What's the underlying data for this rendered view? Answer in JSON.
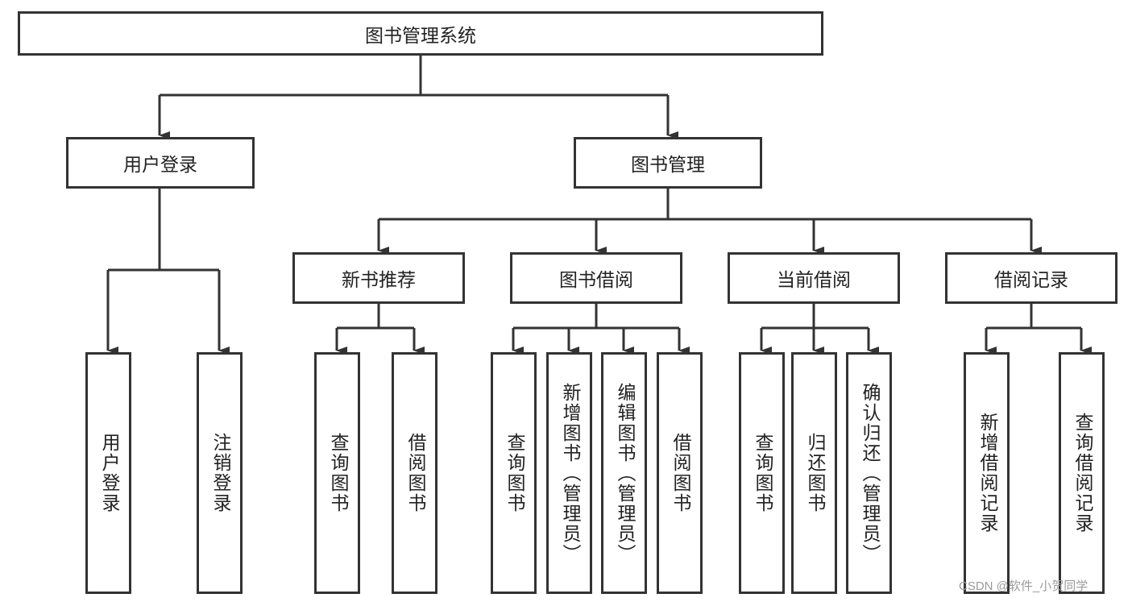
{
  "diagram": {
    "root": "图书管理系统",
    "modules": {
      "user_login": {
        "label": "用户登录",
        "children": [
          "用户登录",
          "注销登录"
        ]
      },
      "book_management": {
        "label": "图书管理"
      }
    },
    "sections": {
      "new_books": {
        "label": "新书推荐",
        "children": [
          "查询图书",
          "借阅图书"
        ]
      },
      "book_borrow": {
        "label": "图书借阅",
        "children": [
          "查询图书",
          "新增图书（管理员）",
          "编辑图书（管理员）",
          "借阅图书"
        ]
      },
      "current_borrow": {
        "label": "当前借阅",
        "children": [
          "查询图书",
          "归还图书",
          "确认归还（管理员）"
        ]
      },
      "borrow_records": {
        "label": "借阅记录",
        "children": [
          "新增借阅记录",
          "查询借阅记录"
        ]
      }
    },
    "colors": {
      "stroke": "#333333",
      "text": "#222222",
      "background": "#ffffff"
    }
  },
  "watermark": "CSDN @软件_小贺同学"
}
